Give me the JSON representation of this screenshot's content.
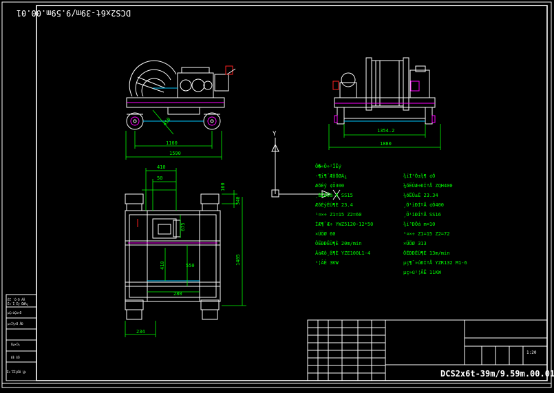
{
  "drawing": {
    "number_main": "DCS2x6t-39m/9.59m.00.01",
    "number_mirrored": "DCS2x6t-39m/9.59m.00.01",
    "scale": "1:20"
  },
  "dimensions": {
    "front_1160": "1160",
    "front_1590": "1590",
    "front_450": "450",
    "side_1354": "1354.2",
    "side_1880": "1880",
    "plan_410": "410",
    "plan_50": "50",
    "plan_160": "160",
    "plan_340": "340",
    "plan_675": "675",
    "plan_410b": "410",
    "plan_550": "550",
    "plan_1405": "1405",
    "plan_280": "280",
    "plan_234": "234"
  },
  "axis": {
    "y_label": "Y",
    "x_label": "X"
  },
  "tech_specs_left": [
    "Ö�«Ö÷²ÎÊý",
    "-¶î¶¨ÆðÖØÁ¿",
    "ÆðÉý      ¢Õ300",
    "¸ßËÙÖá·¶  SS15",
    "ÆðÉýËÙ¶È  23.4",
    "¹¤×÷      Z1=15  Z2=60",
    "ÍÆ¶¯Æ÷  YWZ5120-12*50",
    "×ÜÖØ      60",
    "ÔËÐÐËÙ¶È  20m/min",
    "ÂäÆð¸ß¶È  YZE100L1-4",
    "¹¦ÂÊ      3KW"
  ],
  "tech_specs_right": [
    "¾íÍ²Ö±¾¶  ¢Õ",
    "¼õËÙÆ÷ÐÍºÅ  ZQH400",
    "¼õËÙ±È  23.34",
    "¸Ö¹ìÐÍºÅ  ¢Õ400",
    "¸Ö¹ìÐÍºÅ  SS16",
    "¾í³ÐÖá  m=10",
    "¹¤×÷  Z1=15  Z2=72",
    "×ÜÖØ  313",
    "ÔËÐÐËÙ¶È  13m/min",
    "µç¶¯»úÐÍºÅ  YZR132 M1-6",
    "µç»ú¹¦ÂÊ  11KW"
  ],
  "left_revision_block": [
    "ÉÏ ´Ó·Ö   ÁÅ",
    "Ê×´Î Êý  ÖØÁ¿",
    "µÇ»ùÇ©×Ö",
    "µ×Í¼×Ü ÅÐ",
    "Ô­µ×Í¼",
    "ÉÈ ÈÕ",
    "Ê×´ÎÍ¼ÔÚ ¼þ"
  ]
}
